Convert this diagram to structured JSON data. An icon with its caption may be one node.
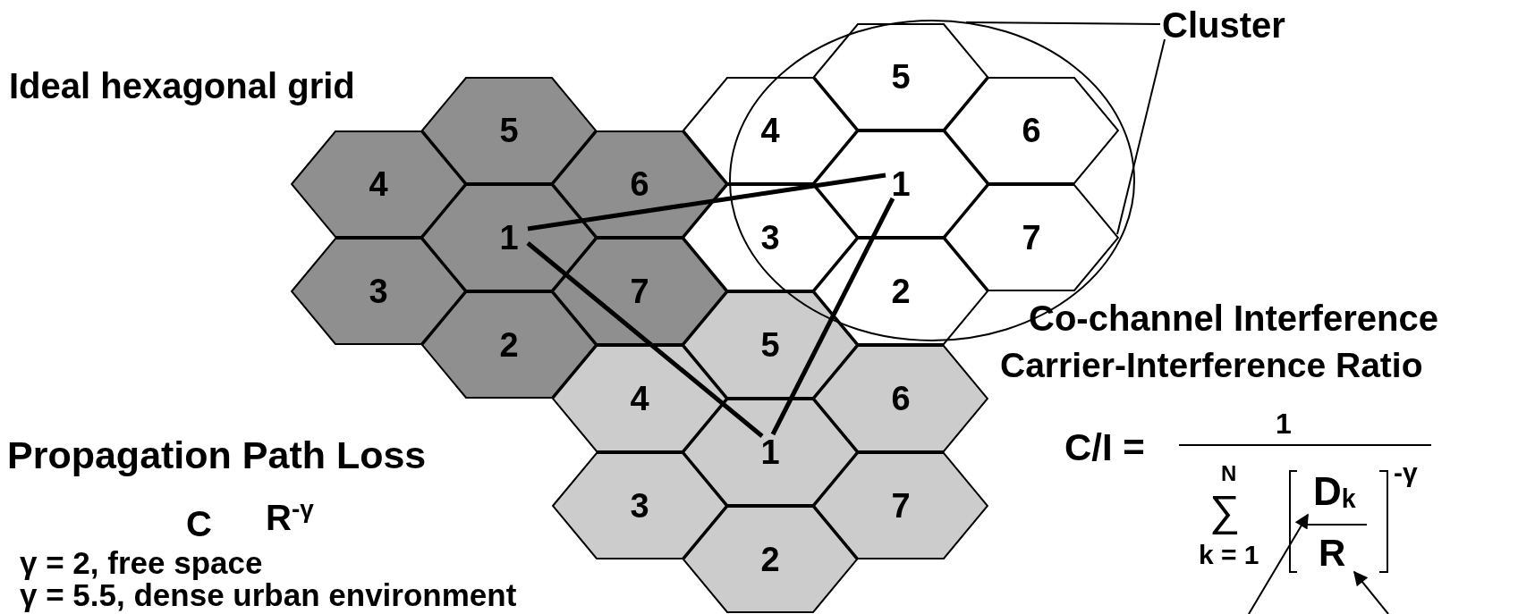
{
  "diagram": {
    "nodes": [
      {
        "text": [
          "5"
        ]
      },
      {
        "text": [
          "4"
        ]
      },
      {
        "text": [
          "6"
        ]
      },
      {
        "text": [
          "1"
        ]
      },
      {
        "text": [
          "3"
        ]
      },
      {
        "text": [
          "7"
        ]
      },
      {
        "text": [
          "2"
        ]
      },
      {
        "text": [],
        "shape": "ellipse"
      },
      {
        "text": [
          "5"
        ],
        "in": 7
      },
      {
        "text": [
          "4"
        ]
      },
      {
        "text": [
          "6"
        ],
        "in": 7
      },
      {
        "text": [
          "1"
        ],
        "in": 7
      },
      {
        "text": [
          "3"
        ]
      },
      {
        "text": [
          "7"
        ],
        "in": 7
      },
      {
        "text": [
          "2"
        ],
        "in": 7
      },
      {
        "text": [
          "5"
        ]
      },
      {
        "text": [
          "4"
        ]
      },
      {
        "text": [
          "6"
        ]
      },
      {
        "text": [
          "1"
        ]
      },
      {
        "text": [
          "3"
        ]
      },
      {
        "text": [
          "7"
        ]
      },
      {
        "text": [
          "2"
        ]
      },
      {
        "text": [
          "Cluster"
        ]
      },
      {
        "text": [
          "D$_{k}$"
        ]
      },
      {
        "text": [
          "R"
        ]
      }
    ],
    "edges": [
      {
        "from": 22,
        "to": 7,
        "arrow": "none"
      },
      {
        "from": 22,
        "to": 7,
        "arrow": "none"
      },
      {
        "from": 3,
        "to": 11,
        "arrow": "none",
        "style": "thick"
      },
      {
        "from": 3,
        "to": 18,
        "arrow": "none",
        "style": "thick"
      },
      {
        "from": 11,
        "to": 18,
        "arrow": "none",
        "style": "thick"
      },
      {
        "from": null,
        "to": 23,
        "arrow": "to"
      },
      {
        "from": null,
        "to": 24,
        "arrow": "to"
      }
    ],
    "labels": [
      "Ideal hexagonal grid",
      "Co-channel Interference",
      "Carrier-Interference Ratio",
      "C/I =",
      "1",
      "N",
      "∑",
      "k = 1",
      "-γ",
      "Propagation Path Loss",
      "C",
      "R$^{-γ}$",
      "γ = 2,  free space",
      "γ = 5.5, dense urban environment"
    ]
  }
}
